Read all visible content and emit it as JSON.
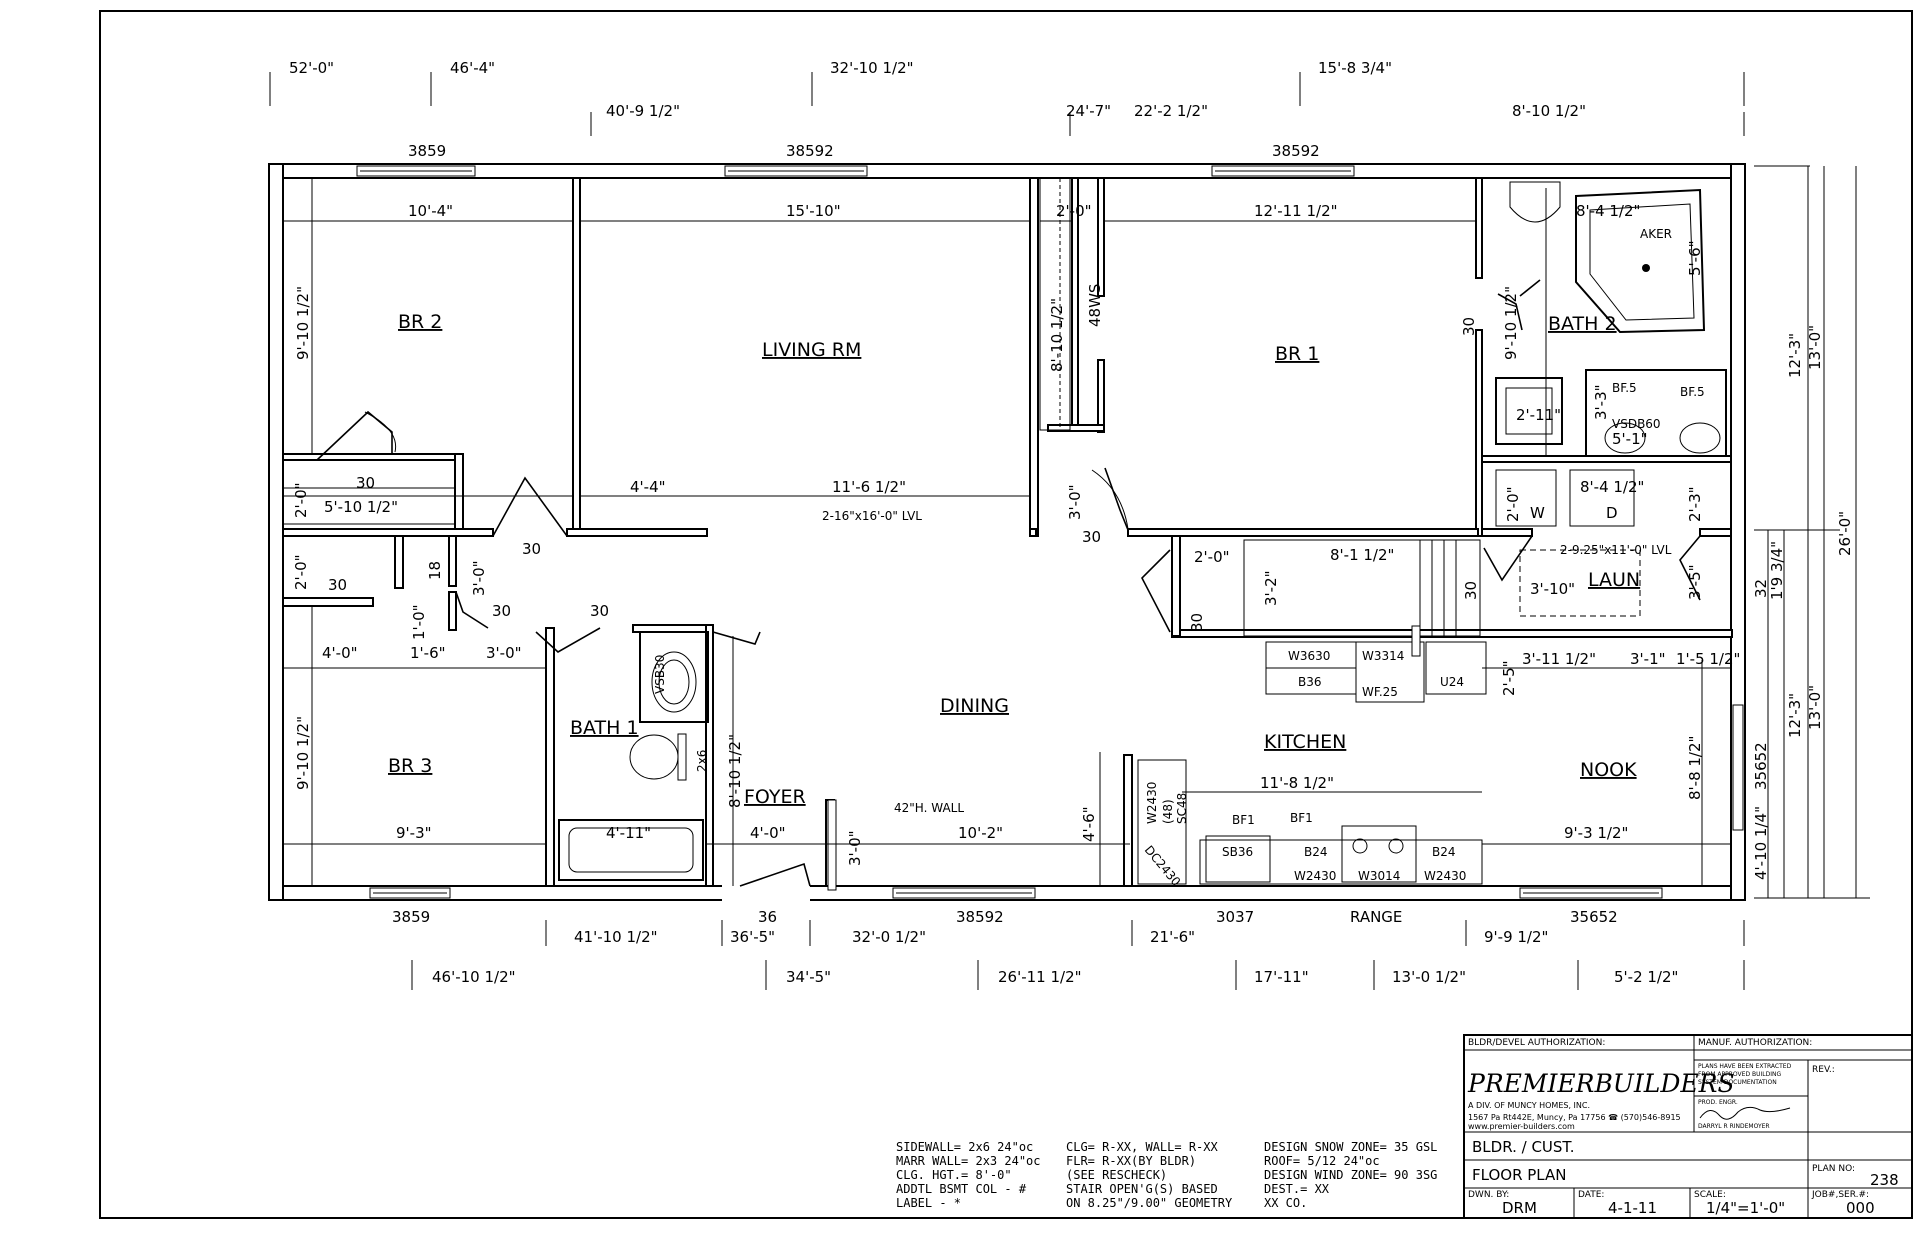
{
  "dims_top_row1": [
    "52'-0\"",
    "46'-4\"",
    "32'-10 1/2\"",
    "15'-8 3/4\""
  ],
  "dims_top_row2": [
    "40'-9 1/2\"",
    "24'-7\"",
    "22'-2 1/2\"",
    "8'-10 1/2\""
  ],
  "windows_top": [
    "3859",
    "38592",
    "38592"
  ],
  "windows_bottom": [
    "3859",
    "38592",
    "3037",
    "35652"
  ],
  "dims_bottom_row1": [
    "41'-10 1/2\"",
    "36'-5\"",
    "32'-0 1/2\"",
    "21'-6\"",
    "9'-9 1/2\""
  ],
  "dims_bottom_row2": [
    "46'-10 1/2\"",
    "34'-5\"",
    "26'-11 1/2\"",
    "17'-11\"",
    "13'-0 1/2\"",
    "5'-2 1/2\""
  ],
  "dims_right": [
    "12'-3\"",
    "13'-0\"",
    "26'-0\"",
    "12'-3\"",
    "13'-0\"",
    "1'9 3/4\"",
    "32",
    "35652",
    "4'-10 1/4\""
  ],
  "rooms": {
    "br2": "BR 2",
    "living": "LIVING RM",
    "br1": "BR 1",
    "bath2": "BATH 2",
    "laun": "LAUN",
    "dining": "DINING",
    "kitchen": "KITCHEN",
    "nook": "NOOK",
    "br3": "BR 3",
    "bath1": "BATH 1",
    "foyer": "FOYER"
  },
  "interior_dims": {
    "br2_w": "10'-4\"",
    "br2_h": "9'-10 1/2\"",
    "living_w": "15'-10\"",
    "closet_w": "2'-0\"",
    "br1_w": "12'-11 1/2\"",
    "bath2_w": "8'-4 1/2\"",
    "bath2_h": "9'-10 1/2\"",
    "tub_dim": "5'-6\"",
    "ws": "48WS",
    "ws_h": "8'-10 1/2\"",
    "d30a": "30",
    "d30b": "30",
    "d30c": "30",
    "d30d": "30",
    "d30e": "30",
    "d30f": "30",
    "d30g": "30",
    "d30h": "30",
    "d30i": "30",
    "closet2_h": "2'-0\"",
    "closet2_w": "5'-10 1/2\"",
    "living_l": "4'-4\"",
    "living_r": "11'-6 1/2\"",
    "lvl1": "2-16\"x16'-0\" LVL",
    "lvl2": "2-9.25\"x11'-0\" LVL",
    "hall_h": "3'-0\"",
    "d18": "18",
    "d1_0": "1'-0\"",
    "d1_6": "1'-6\"",
    "d3_0": "3'-0\"",
    "d3_0b": "3'-0\"",
    "br3_closet_h": "2'-0\"",
    "br3_closet_w": "4'-0\"",
    "br3_h": "9'-10 1/2\"",
    "br3_w": "9'-3\"",
    "bath1_h": "8'-10 1/2\"",
    "tub1_w": "4'-11\"",
    "vsb30": "VSB30",
    "d2x6": "2x6",
    "foyer_w": "4'-0\"",
    "foyer_h": "3'-0\"",
    "dining_w": "10'-2\"",
    "half_wall": "42\"H. WALL",
    "kitchen_h": "4'-6\"",
    "kitchen_w": "11'-8 1/2\"",
    "stair_w": "8'-1 1/2\"",
    "stair_h": "3'-2\"",
    "stair_h2": "2'-0\"",
    "shower": "2'-11\"",
    "shower_h": "3'-3\"",
    "bf5a": "BF.5",
    "bf5b": "BF.5",
    "vsdb60": "VSDB60",
    "vanity_w": "5'-1\"",
    "laun_w": "8'-4 1/2\"",
    "laun_h": "2'-0\"",
    "laun_h2": "2'-3\"",
    "wash": "W",
    "dry": "D",
    "laun_d": "3'-10\"",
    "laun_x": "3'-5\"",
    "nook_h": "8'-8 1/2\"",
    "nook_w": "9'-3 1/2\"",
    "nook_top1": "3'-11 1/2\"",
    "nook_top2": "3'-1\"",
    "nook_top3": "1'-5 1/2\"",
    "nook_top_h": "2'-5\"",
    "aker": "AKER"
  },
  "cabinets": {
    "w3630": "W3630",
    "w3314": "W3314",
    "b36": "B36",
    "wf25": "WF.25",
    "u24": "U24",
    "w2430v": "W2430",
    "sb48": "(48)",
    "sc48": "SC48",
    "dc2430": "DC2430",
    "bf1a": "BF1",
    "bf1b": "BF1",
    "sb36": "SB36",
    "b24a": "B24",
    "b24b": "B24",
    "w2430a": "W2430",
    "w3014": "W3014",
    "w2430b": "W2430",
    "range": "RANGE",
    "d36": "36"
  },
  "notes": {
    "c1": [
      "SIDEWALL= 2x6 24\"oc",
      "MARR WALL= 2x3 24\"oc",
      "CLG. HGT.= 8'-0\"",
      "ADDTL BSMT COL - #",
      "LABEL - *"
    ],
    "c2": [
      "CLG= R-XX, WALL= R-XX",
      " FLR= R-XX(BY BLDR)",
      " (SEE RESCHECK)",
      "STAIR OPEN'G(S) BASED",
      " ON 8.25\"/9.00\" GEOMETRY"
    ],
    "c3": [
      "DESIGN SNOW ZONE= 35 GSL",
      "ROOF= 5/12 24\"oc",
      "DESIGN WIND ZONE= 90 3SG",
      "DEST.= XX",
      "   XX CO."
    ]
  },
  "title_block": {
    "bldr_auth": "BLDR/DEVEL AUTHORIZATION:",
    "manuf_auth": "MANUF. AUTHORIZATION:",
    "company": "PREMIERBUILDERS",
    "division": "A DIV. OF MUNCY HOMES, INC.",
    "address": "1567 Pa Rt442E, Muncy, Pa 17756 ☎ (570)546-8915",
    "web": "www.premier-builders.com",
    "stamp": [
      "PLANS HAVE BEEN EXTRACTED",
      "FROM APPROVED BUILDING",
      "SYSTEM DOCUMENTATION"
    ],
    "prod_engr": "PROD. ENGR.",
    "engineer": "DARRYL R RINDEMOYER",
    "rev_label": "REV.:",
    "bldr_cust": "BLDR. / CUST.",
    "plan_type": "FLOOR PLAN",
    "plan_no_label": "PLAN NO:",
    "plan_no": "238",
    "dwn_by_label": "DWN. BY:",
    "dwn_by": "DRM",
    "date_label": "DATE:",
    "date": "4-1-11",
    "scale_label": "SCALE:",
    "scale": "1/4\"=1'-0\"",
    "job_label": "JOB#,SER.#:",
    "job": "000"
  }
}
